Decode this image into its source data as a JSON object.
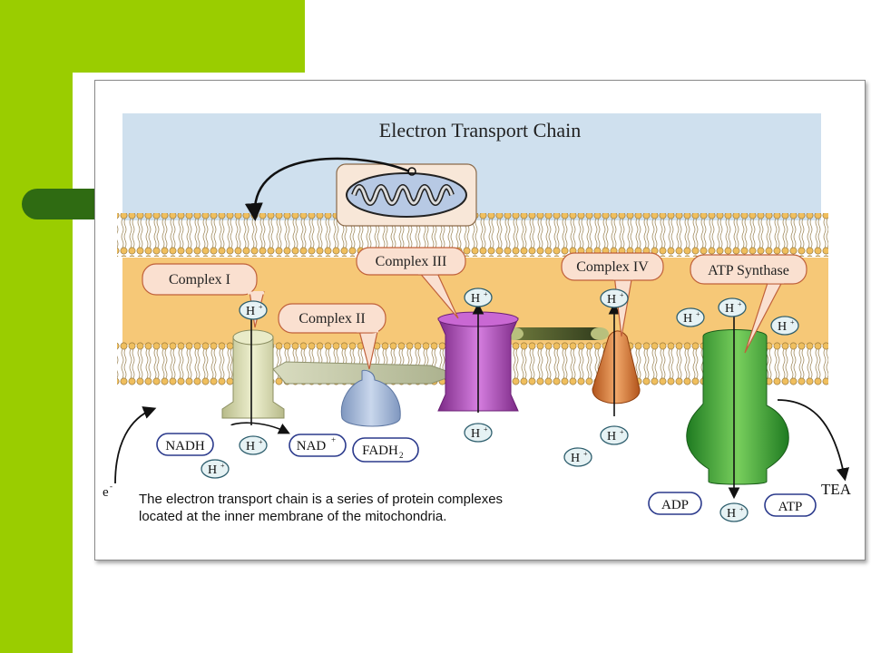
{
  "diagram": {
    "title": "Electron Transport Chain",
    "complexes": {
      "c1": "Complex I",
      "c2": "Complex II",
      "c3": "Complex III",
      "c4": "Complex IV",
      "atp": "ATP Synthase"
    },
    "proton": "H",
    "proton_charge": "+",
    "nadh": "NADH",
    "nad": "NAD",
    "nad_charge": "+",
    "fadh": "FADH",
    "fadh_sub": "2",
    "adp": "ADP",
    "atp": "ATP",
    "electron": "e",
    "electron_charge": "-",
    "tea": "TEA",
    "caption_line1": "The electron transport chain is a series of protein complexes",
    "caption_line2": "located at the inner membrane of the mitochondria."
  },
  "colors": {
    "slide_green": "#9acd00",
    "tab_green": "#2f6b12",
    "sky": "#cfe0ee",
    "intermembrane": "#f6c877",
    "complex1": "#d9dcb0",
    "complex2": "#9fb6d6",
    "complex3": "#a53db0",
    "complex4": "#d9762e",
    "atp_synthase": "#3aa537"
  }
}
